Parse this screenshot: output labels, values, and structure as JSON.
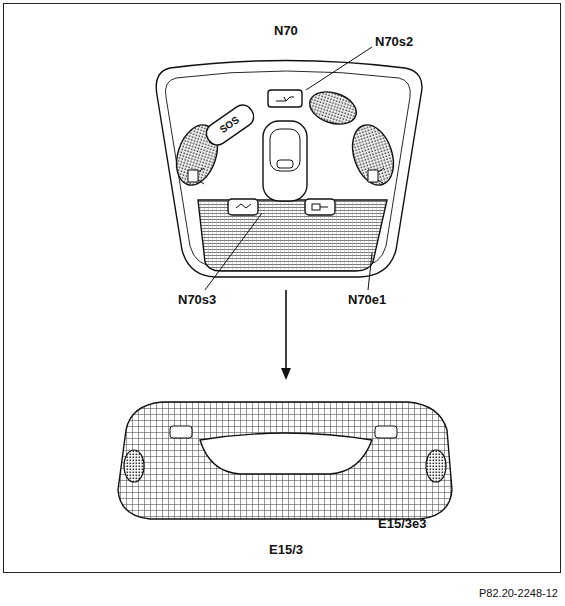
{
  "diagram": {
    "caption": "P82.20-2248-12",
    "labels": [
      "N70",
      "N70s2",
      "SOS",
      "N70s3",
      "N70e1",
      "E15/3",
      "E15/3e3"
    ]
  }
}
